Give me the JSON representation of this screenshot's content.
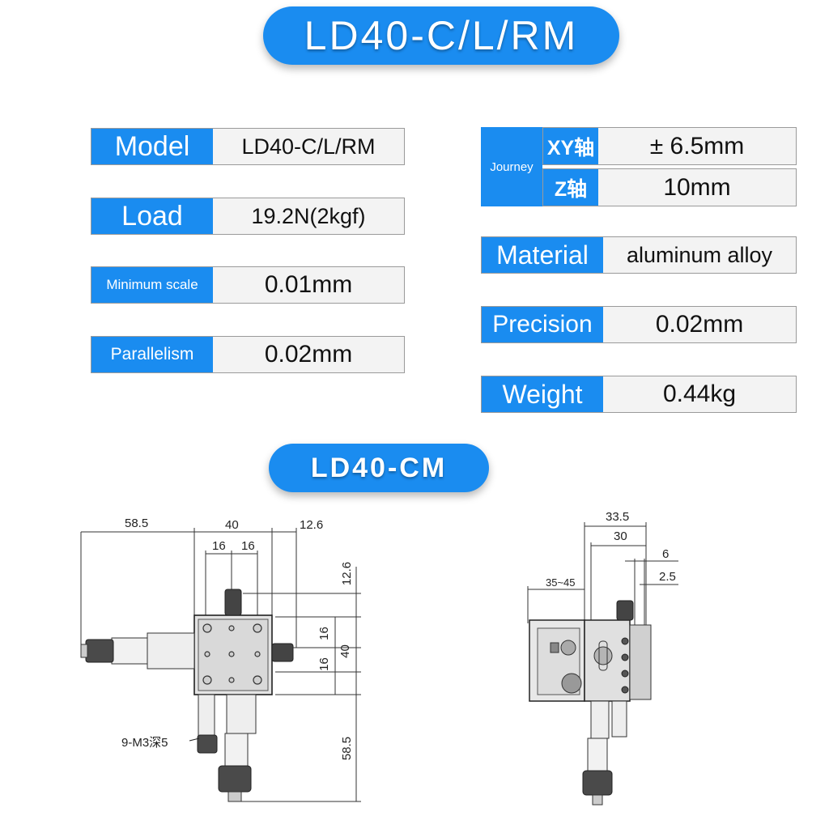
{
  "header": {
    "title": "LD40-C/L/RM"
  },
  "specs_left": [
    {
      "label": "Model",
      "value": "LD40-C/L/RM"
    },
    {
      "label": "Load",
      "value": "19.2N(2kgf)"
    },
    {
      "label": "Minimum scale",
      "value": "0.01mm"
    },
    {
      "label": "Parallelism",
      "value": "0.02mm"
    }
  ],
  "journey": {
    "label": "Journey",
    "rows": [
      {
        "axis": "XY轴",
        "value": "± 6.5mm"
      },
      {
        "axis": "Z轴",
        "value": "10mm"
      }
    ]
  },
  "specs_right": [
    {
      "label": "Material",
      "value": "aluminum alloy"
    },
    {
      "label": "Precision",
      "value": "0.02mm"
    },
    {
      "label": "Weight",
      "value": "0.44kg"
    }
  ],
  "drawing": {
    "title": "LD40-CM",
    "front_dims": {
      "left_length": "58.5",
      "width": "40",
      "hole_a": "16",
      "hole_b": "16",
      "knob_offset": "12.6",
      "top_offset": "12.6",
      "side_a": "16",
      "side_b": "16",
      "height": "40",
      "bottom_length": "58.5",
      "callout": "9-M3深5"
    },
    "side_dims": {
      "total": "33.5",
      "body": "30",
      "d6": "6",
      "d25": "2.5",
      "range": "35~45"
    }
  }
}
